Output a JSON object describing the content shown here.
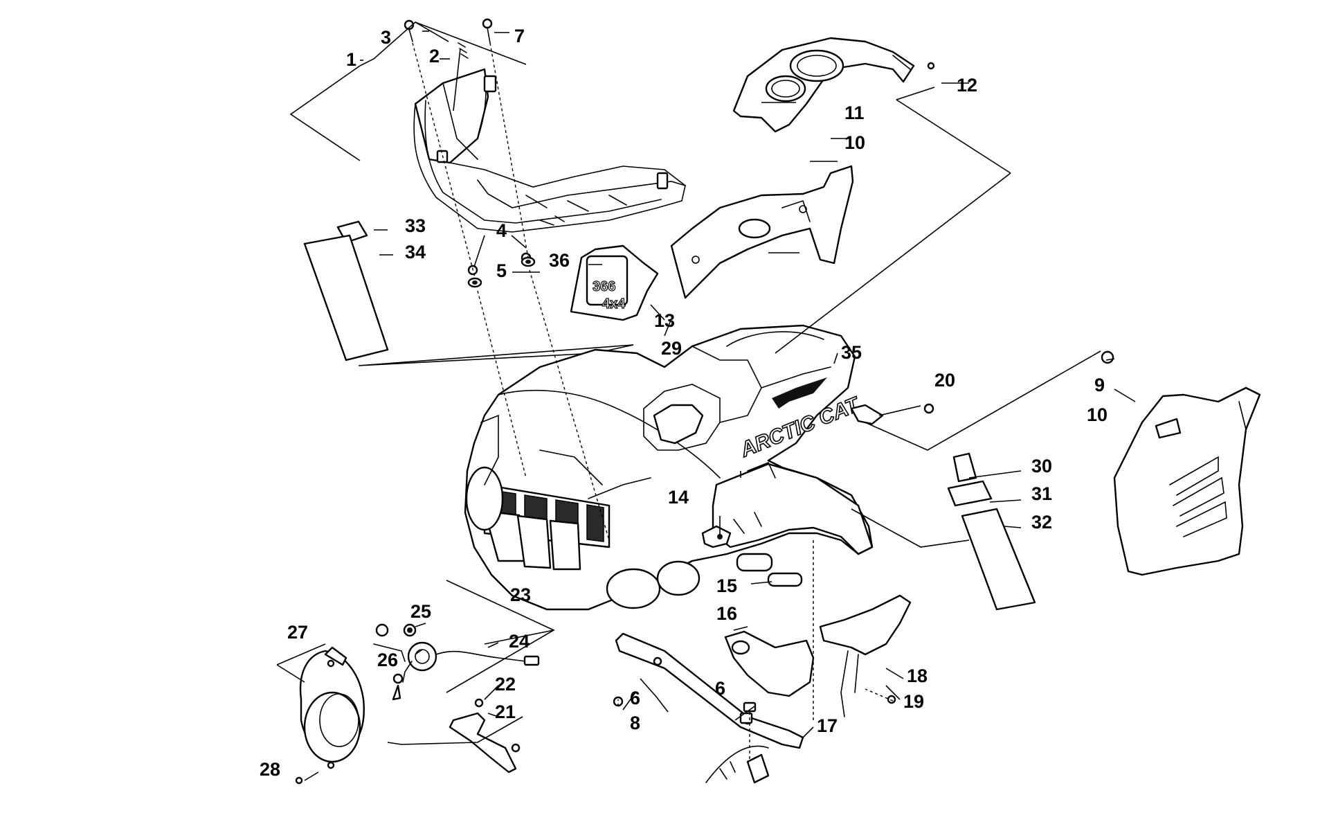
{
  "brand_text": "ARCTIC CAT",
  "display_number": "366",
  "display_subtext": "4x4",
  "callouts": {
    "c1": "1",
    "c2": "2",
    "c3": "3",
    "c4": "4",
    "c5": "5",
    "c6a": "6",
    "c6b": "6",
    "c7": "7",
    "c8": "8",
    "c9": "9",
    "c10a": "10",
    "c10b": "10",
    "c11": "11",
    "c12": "12",
    "c13": "13",
    "c14": "14",
    "c15": "15",
    "c16": "16",
    "c17": "17",
    "c18": "18",
    "c19": "19",
    "c20": "20",
    "c21": "21",
    "c22": "22",
    "c23": "23",
    "c24": "24",
    "c25": "25",
    "c26": "26",
    "c27": "27",
    "c28": "28",
    "c29": "29",
    "c30": "30",
    "c31": "31",
    "c32": "32",
    "c33": "33",
    "c34": "34",
    "c35": "35",
    "c36": "36"
  }
}
